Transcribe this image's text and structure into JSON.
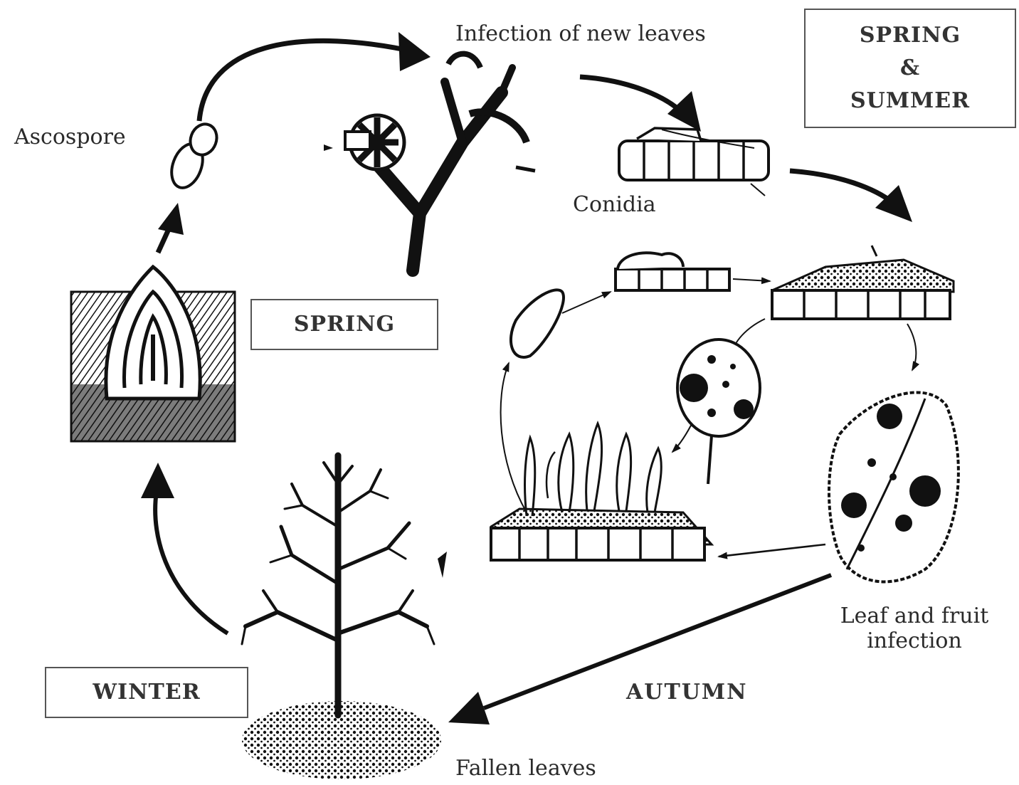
{
  "labels": {
    "ascospore": "Ascospore",
    "infection_new_leaves": "Infection of new leaves",
    "conidia": "Conidia",
    "leaf_fruit_line1": "Leaf and fruit",
    "leaf_fruit_line2": "infection",
    "fallen_leaves": "Fallen leaves"
  },
  "seasons": {
    "spring_summer_line1": "SPRING",
    "spring_summer_line2": "&",
    "spring_summer_line3": "SUMMER",
    "spring": "SPRING",
    "winter": "WINTER",
    "autumn": "AUTUMN"
  },
  "colors": {
    "ink": "#111111",
    "text": "#2a2a2a",
    "box_border": "#555555",
    "background": "#ffffff"
  }
}
